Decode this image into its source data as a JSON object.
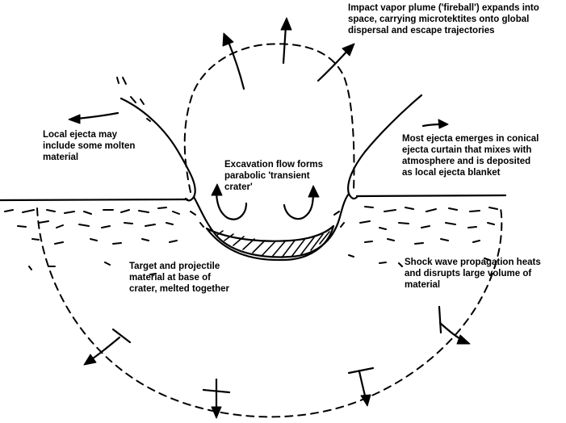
{
  "labels": {
    "vapor_plume": [
      "Impact vapor plume ('fireball') expands into",
      "space, carrying microtektites onto global",
      "dispersal and escape trajectories"
    ],
    "local_ejecta": [
      "Local ejecta may",
      "include some molten",
      "material"
    ],
    "excavation_flow": [
      "Excavation flow forms",
      "parabolic 'transient",
      "crater'"
    ],
    "ejecta_curtain": [
      "Most ejecta emerges in conical",
      "ejecta curtain that mixes with",
      "atmosphere and is deposited",
      "as local ejecta blanket"
    ],
    "melt": [
      "Target and projectile",
      "material at base of",
      "crater, melted together"
    ],
    "shock_wave": [
      "Shock wave propagation heats",
      "and disrupts large volume of",
      "material"
    ]
  },
  "colors": {
    "ink": "#000000",
    "background": "#ffffff"
  }
}
